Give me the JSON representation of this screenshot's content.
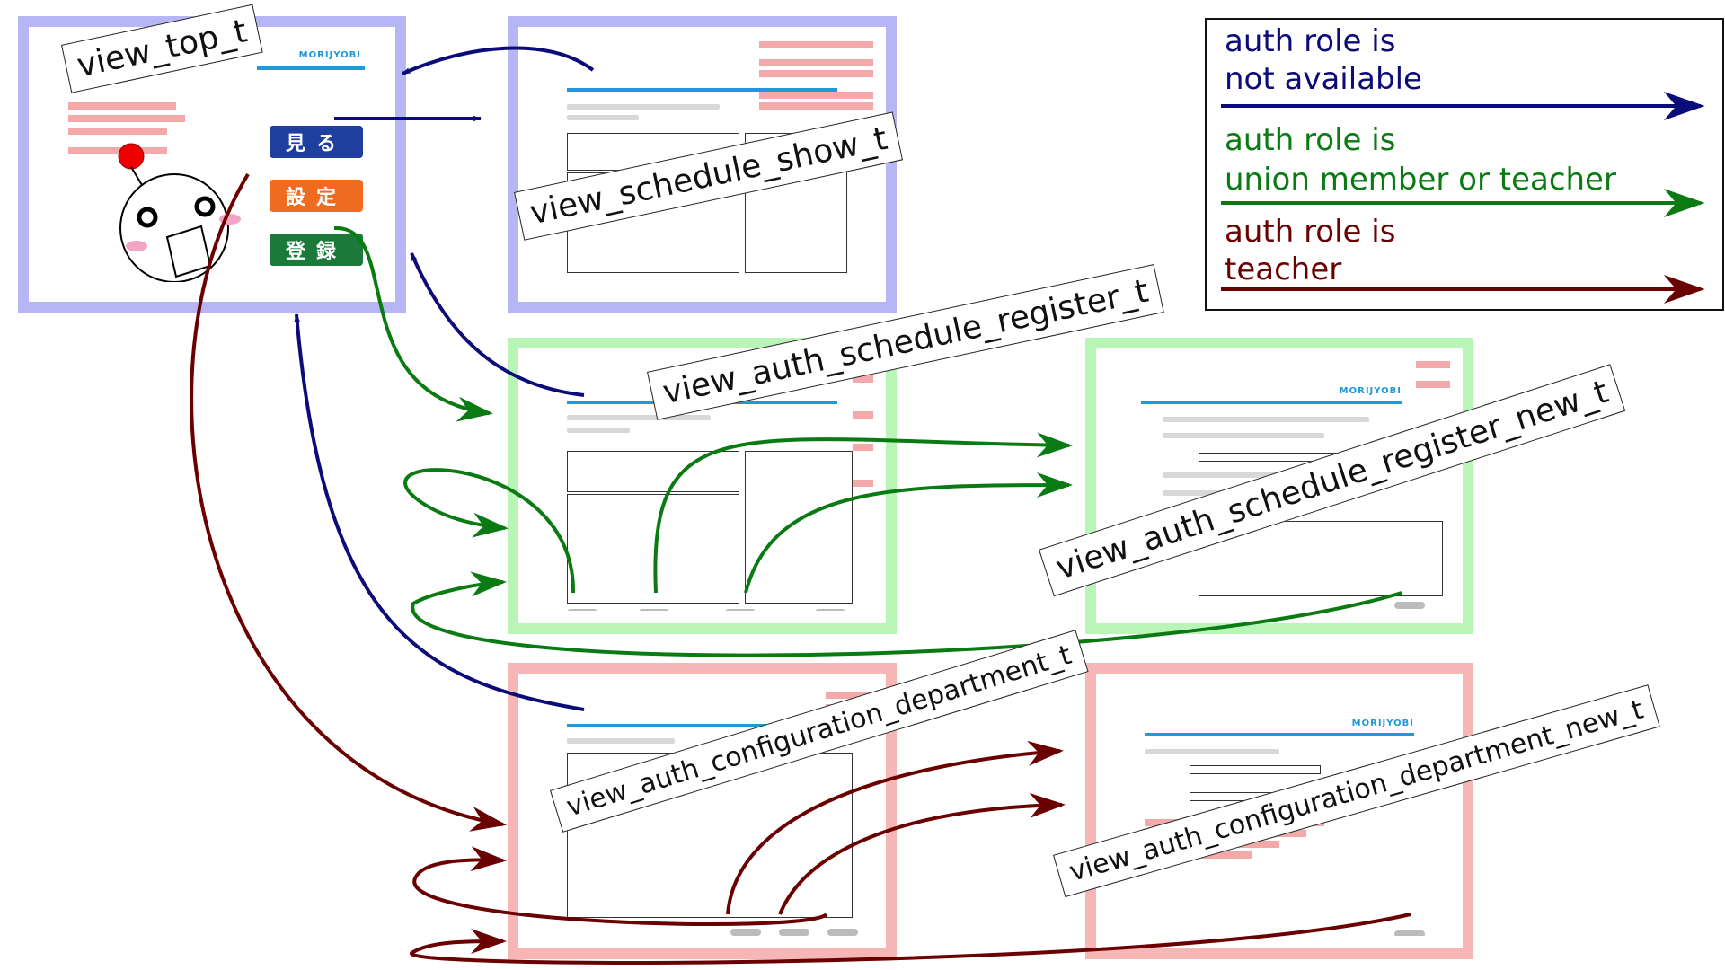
{
  "screens": {
    "view_top_t": "view_top_t",
    "view_schedule_show_t": "view_schedule_show_t",
    "view_auth_schedule_register_t": "view_auth_schedule_register_t",
    "view_auth_schedule_register_new_t": "view_auth_schedule_register_new_t",
    "view_auth_configuration_department_t": "view_auth_configuration_department_t",
    "view_auth_configuration_department_new_t": "view_auth_configuration_department_new_t"
  },
  "top_buttons": {
    "view": "見る",
    "settings": "設定",
    "register": "登録"
  },
  "legend": [
    {
      "line1": "auth role is",
      "line2": "not available",
      "color": "#0b0b7a"
    },
    {
      "line1": "auth role is",
      "line2": "union member or teacher",
      "color": "#0a7a12"
    },
    {
      "line1": "auth role is",
      "line2": "teacher",
      "color": "#6b0000"
    }
  ],
  "logo": "MORIJYOBI",
  "colors": {
    "blue_arrow": "#0b0b7a",
    "green_arrow": "#0a7a12",
    "red_arrow": "#6b0000"
  }
}
